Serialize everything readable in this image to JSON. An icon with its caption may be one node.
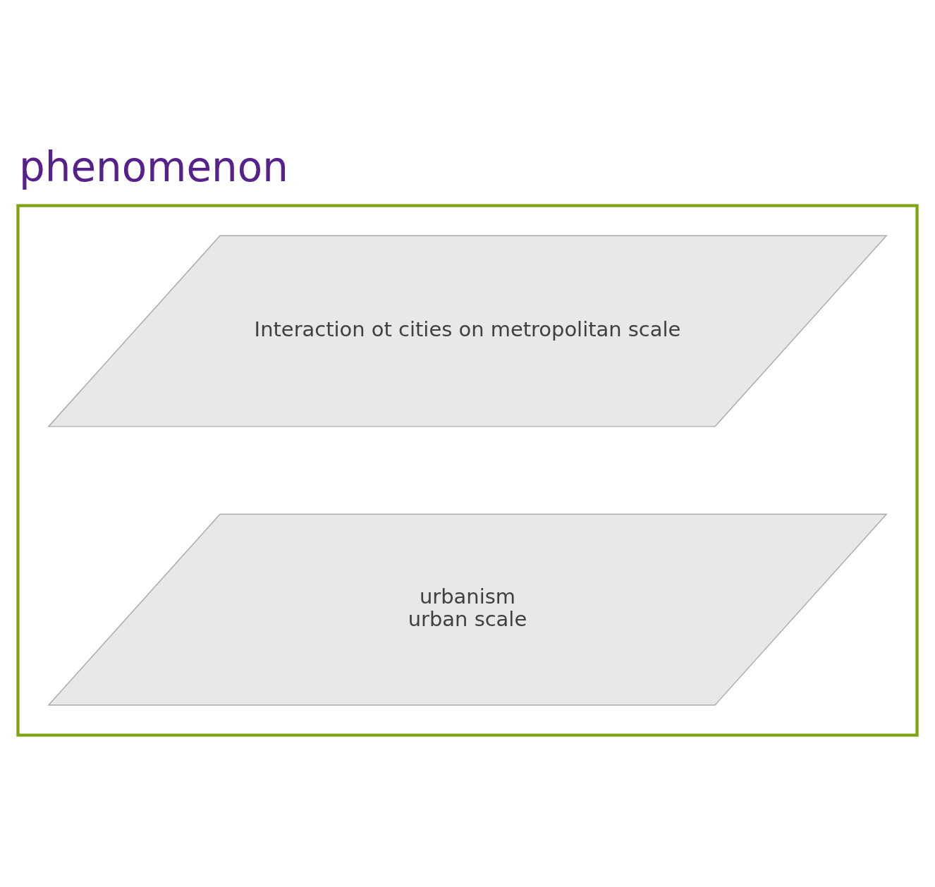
{
  "diagram": {
    "title": "phenomenon",
    "nodes": [
      {
        "text": [],
        "shape": "box"
      },
      {
        "text": [
          "Interaction ot cities on metropolitan scale"
        ],
        "in": 0
      },
      {
        "text": [
          "urbanism",
          "urban scale"
        ],
        "in": 0
      }
    ]
  }
}
